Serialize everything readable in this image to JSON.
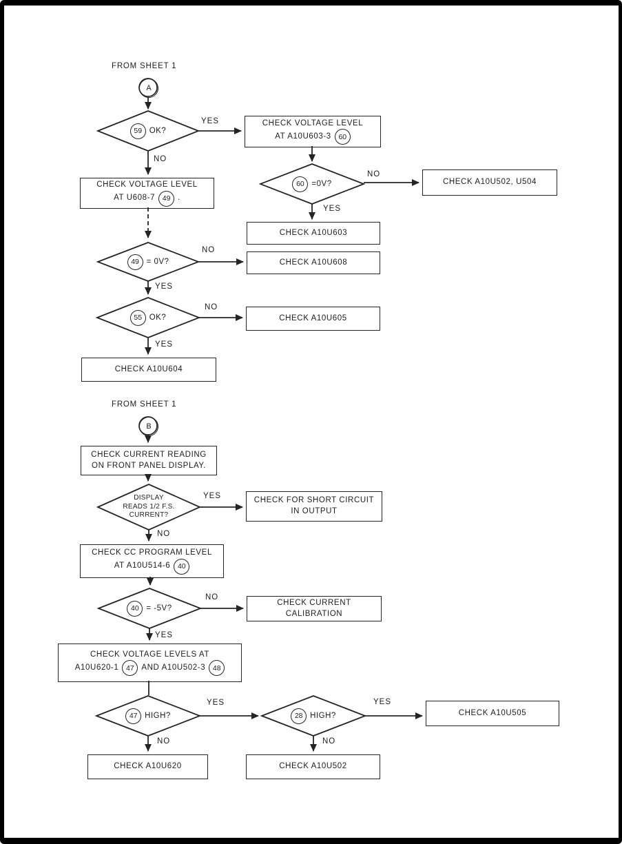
{
  "labels": {
    "yes": "YES",
    "no": "NO"
  },
  "sectionA": {
    "from": "FROM SHEET 1",
    "connector": "A",
    "d59": {
      "num": "59",
      "q": "OK?"
    },
    "boxU603Level": {
      "l1": "CHECK VOLTAGE LEVEL",
      "l2": "AT A10U603-3",
      "num": "60"
    },
    "d60": {
      "num": "60",
      "q": "=0V?"
    },
    "boxU502U504": {
      "l1": "CHECK A10U502, U504"
    },
    "boxU608Level": {
      "l1": "CHECK VOLTAGE LEVEL",
      "l2": "AT U608-7",
      "num": "49",
      "suffix": "."
    },
    "boxU603": {
      "l1": "CHECK A10U603"
    },
    "d49": {
      "num": "49",
      "q": "= 0V?"
    },
    "boxU608": {
      "l1": "CHECK A10U608"
    },
    "d55": {
      "num": "55",
      "q": "OK?"
    },
    "boxU605": {
      "l1": "CHECK A10U605"
    },
    "boxU604": {
      "l1": "CHECK A10U604"
    }
  },
  "sectionB": {
    "from": "FROM SHEET 1",
    "connector": "B",
    "boxReading": {
      "l1": "CHECK CURRENT READING",
      "l2": "ON FRONT PANEL DISPLAY."
    },
    "dDisplay": {
      "l1": "DISPLAY",
      "l2": "READS 1/2 F.S.",
      "l3": "CURRENT?"
    },
    "boxShort": {
      "l1": "CHECK FOR SHORT CIRCUIT",
      "l2": "IN OUTPUT"
    },
    "boxCC": {
      "l1": "CHECK CC PROGRAM LEVEL",
      "l2": "AT A10U514-6",
      "num": "40"
    },
    "d40": {
      "num": "40",
      "q": "= -5V?"
    },
    "boxCalib": {
      "l1": "CHECK CURRENT",
      "l2": "CALIBRATION"
    },
    "boxLevels": {
      "l1": "CHECK VOLTAGE LEVELS AT",
      "l2a": "A10U620-1",
      "num1": "47",
      "l2b": "AND A10U502-3",
      "num2": "48"
    },
    "d47": {
      "num": "47",
      "q": "HIGH?"
    },
    "d28": {
      "num": "28",
      "q": "HIGH?"
    },
    "boxU505": {
      "l1": "CHECK A10U505"
    },
    "boxU620": {
      "l1": "CHECK A10U620"
    },
    "boxU502": {
      "l1": "CHECK A10U502"
    }
  }
}
